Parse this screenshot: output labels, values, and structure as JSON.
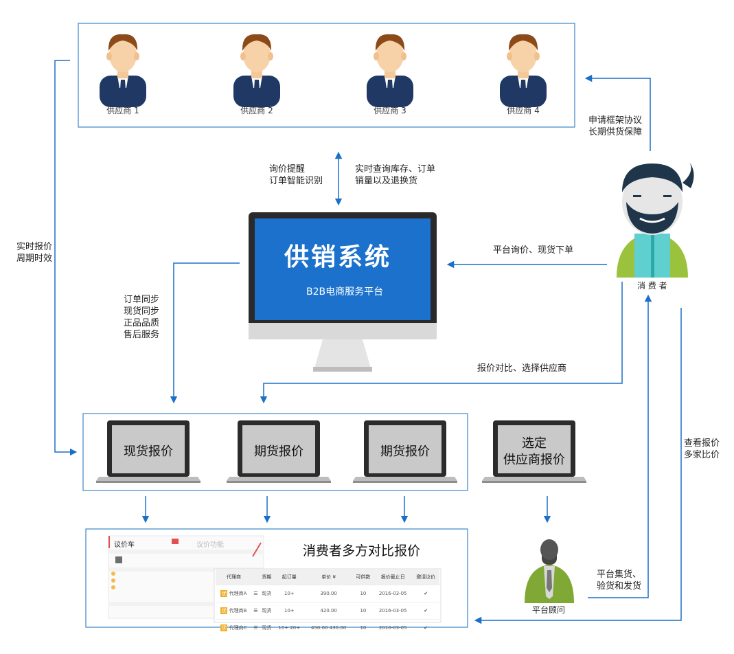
{
  "suppliers": [
    "供应商 1",
    "供应商 2",
    "供应商 3",
    "供应商 4"
  ],
  "center": {
    "title": "供销系统",
    "subtitle": "B2B电商服务平台"
  },
  "labels": {
    "inquiry": [
      "询价提醒",
      "订单智能识别"
    ],
    "realtime_query": [
      "实时查询库存、订单",
      "销量以及退换货"
    ],
    "realtime_quote": [
      "实时报价",
      "周期时效"
    ],
    "framework": [
      "申请框架协议",
      "长期供货保障"
    ],
    "platform_order": "平台询价、现货下单",
    "sync": [
      "订单同步",
      "现货同步",
      "正品品质",
      "售后服务"
    ],
    "compare_select": "报价对比、选择供应商",
    "view_quotes": [
      "查看报价",
      "多家比价"
    ],
    "platform_ship": [
      "平台集货、",
      "验货和发货"
    ]
  },
  "consumer_label": "消 费 者",
  "advisor_label": "平台顾问",
  "quotes": [
    {
      "lines": [
        "现货报价"
      ]
    },
    {
      "lines": [
        "期货报价"
      ]
    },
    {
      "lines": [
        "期货报价"
      ]
    },
    {
      "lines": [
        "选定",
        "供应商报价"
      ]
    }
  ],
  "comparison": {
    "title": "消费者多方对比报价",
    "mini_title": "议价车",
    "mini_function": "议价功能",
    "table_headers": [
      "代理商",
      "",
      "货期",
      "起订量",
      "单价 ¥",
      "可供数",
      "报价截止日",
      "邀请议价"
    ],
    "rows": [
      {
        "badge": "优",
        "agent": "代理商A",
        "period": "现货",
        "moq": "10+",
        "price": "390.00",
        "qty": "10",
        "date": "2016-03-05",
        "check": "✔"
      },
      {
        "badge": "优",
        "agent": "代理商B",
        "period": "现货",
        "moq": "10+",
        "price": "420.00",
        "qty": "10",
        "date": "2016-03-05",
        "check": "✔"
      },
      {
        "badge": "优",
        "agent": "代理商C",
        "period": "现货",
        "moq": "10+ 20+",
        "price": "450.00 430.00",
        "qty": "10",
        "date": "2016-03-05",
        "check": "✔"
      }
    ]
  },
  "colors": {
    "arrow": "#1a6fc7",
    "frame": "#3a86c8",
    "screen": "#1b71cc",
    "advisor": "#7fa934",
    "consumer_shirt": "#9bc23c"
  }
}
